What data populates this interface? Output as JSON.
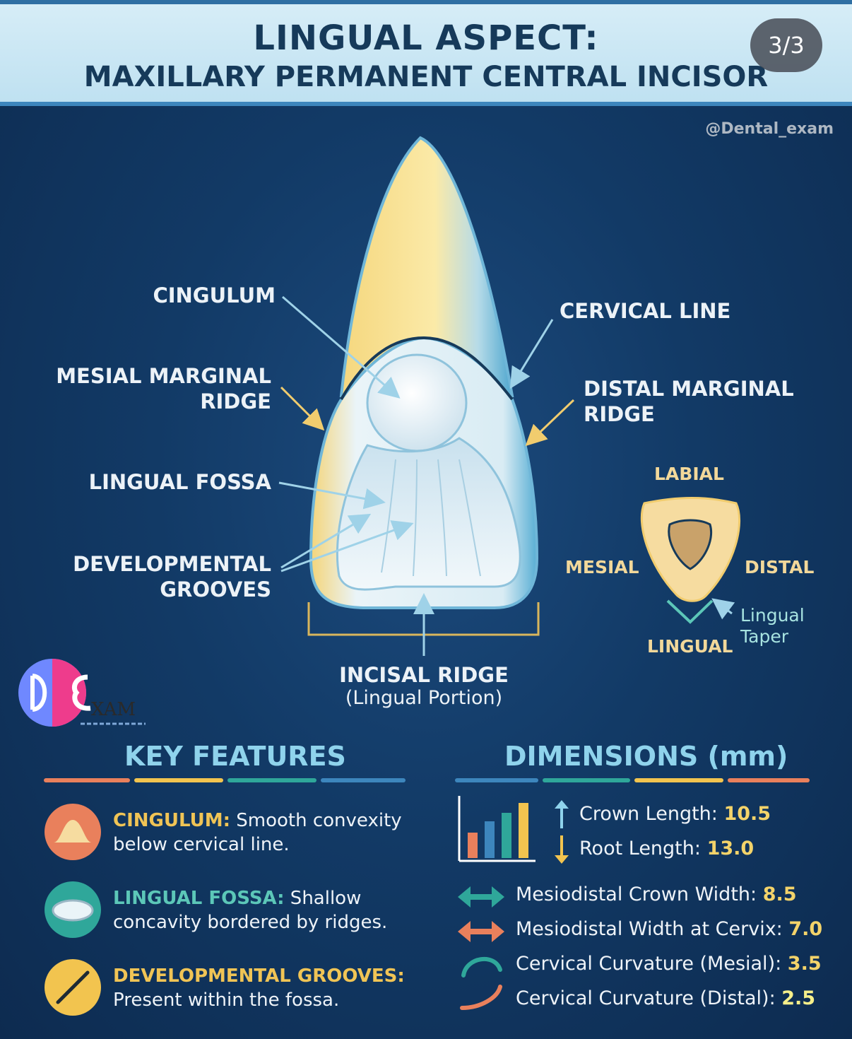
{
  "header": {
    "title_line1": "LINGUAL ASPECT:",
    "title_line2": "MAXILLARY PERMANENT CENTRAL INCISOR",
    "page_indicator": "3/3"
  },
  "watermark": "@Dental_exam",
  "diagram": {
    "labels": {
      "cingulum": "CINGULUM",
      "cervical_line": "CERVICAL LINE",
      "mesial_marginal_ridge_1": "MESIAL MARGINAL",
      "mesial_marginal_ridge_2": "RIDGE",
      "distal_marginal_ridge_1": "DISTAL MARGINAL",
      "distal_marginal_ridge_2": "RIDGE",
      "lingual_fossa": "LINGUAL FOSSA",
      "developmental_grooves_1": "DEVELOPMENTAL",
      "developmental_grooves_2": "GROOVES",
      "incisal_ridge": "INCISAL RIDGE",
      "incisal_ridge_sub": "(Lingual Portion)"
    },
    "cross_section": {
      "labial": "LABIAL",
      "mesial": "MESIAL",
      "distal": "DISTAL",
      "lingual": "LINGUAL",
      "taper_1": "Lingual",
      "taper_2": "Taper"
    },
    "logo_text": "XAM"
  },
  "key_features": {
    "title": "KEY FEATURES",
    "items": [
      {
        "term": "CINGULUM:",
        "desc_1": " Smooth convexity",
        "desc_2": "below cervical line.",
        "icon": "cingulum-icon",
        "color": "#e9805c",
        "term_color": "#f0c455"
      },
      {
        "term": "LINGUAL FOSSA:",
        "desc_1": " Shallow",
        "desc_2": "concavity bordered by ridges.",
        "icon": "fossa-icon",
        "color": "#2fa79a",
        "term_color": "#5cc7b8"
      },
      {
        "term": "DEVELOPMENTAL GROOVES:",
        "desc_1": "",
        "desc_2": "Present within the fossa.",
        "icon": "groove-icon",
        "color": "#f2c44f",
        "term_color": "#f0c455"
      }
    ]
  },
  "dimensions": {
    "title": "DIMENSIONS (mm)",
    "rows": [
      {
        "label": "Crown Length: ",
        "value": "10.5"
      },
      {
        "label": "Root Length: ",
        "value": "13.0"
      },
      {
        "label": "Mesiodistal Crown Width: ",
        "value": "8.5"
      },
      {
        "label": "Mesiodistal Width at Cervix: ",
        "value": "7.0"
      },
      {
        "label": "Cervical Curvature (Mesial): ",
        "value": "3.5"
      },
      {
        "label": "Cervical Curvature (Distal): ",
        "value": "2.5"
      }
    ]
  }
}
